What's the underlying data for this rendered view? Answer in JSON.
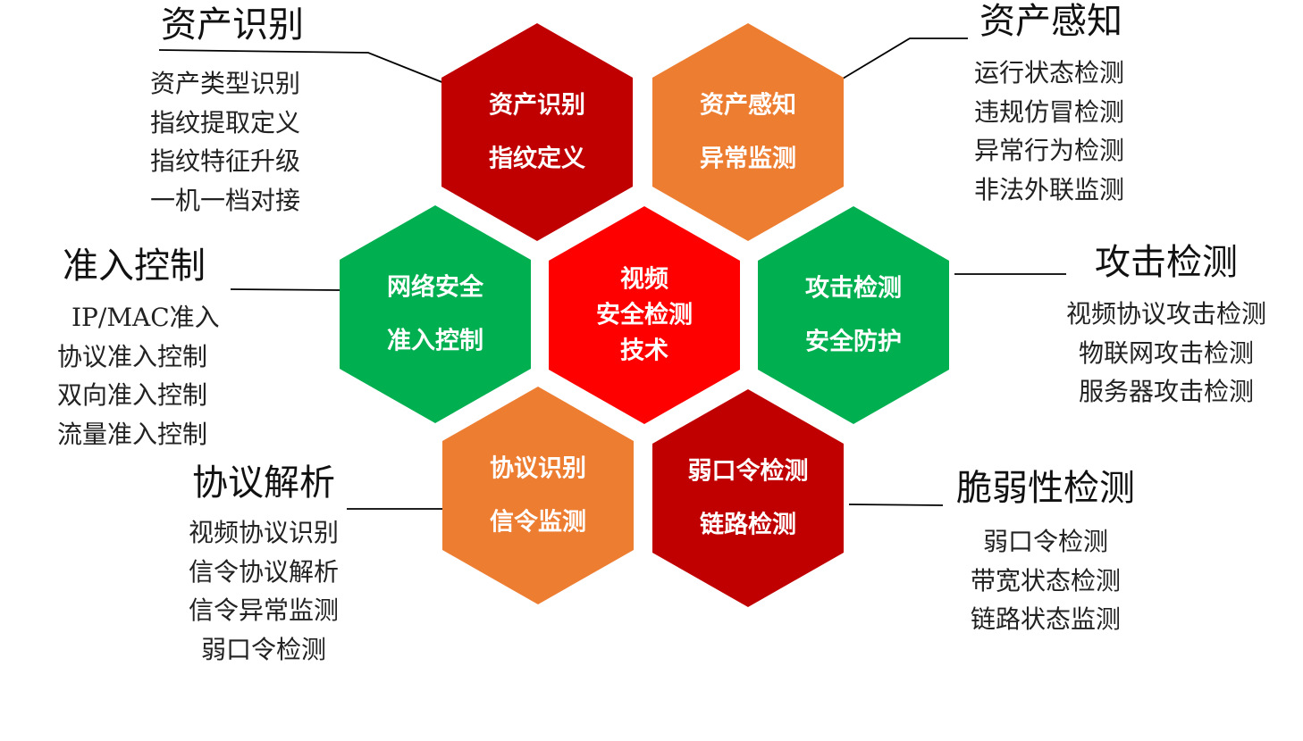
{
  "colors": {
    "dark_red": "#c00000",
    "bright_red": "#ff0000",
    "orange": "#ed7d31",
    "green": "#00b050",
    "connector": "#000000"
  },
  "hexagons": [
    {
      "id": "asset-identify",
      "color": "#c00000",
      "lines": [
        "资产识别",
        "指纹定义"
      ]
    },
    {
      "id": "asset-perceive",
      "color": "#ed7d31",
      "lines": [
        "资产感知",
        "异常监测"
      ]
    },
    {
      "id": "network-access",
      "color": "#00b050",
      "lines": [
        "网络安全",
        "准入控制"
      ]
    },
    {
      "id": "center",
      "color": "#ff0000",
      "lines": [
        "视频",
        "安全检测",
        "技术"
      ]
    },
    {
      "id": "attack-detect",
      "color": "#00b050",
      "lines": [
        "攻击检测",
        "安全防护"
      ]
    },
    {
      "id": "protocol-identify",
      "color": "#ed7d31",
      "lines": [
        "协议识别",
        "信令监测"
      ]
    },
    {
      "id": "weak-password",
      "color": "#c00000",
      "lines": [
        "弱口令检测",
        "链路检测"
      ]
    }
  ],
  "labels": {
    "asset_identify": {
      "title": "资产识别",
      "items": [
        "资产类型识别",
        "指纹提取定义",
        "指纹特征升级",
        "一机一档对接"
      ]
    },
    "asset_perceive": {
      "title": "资产感知",
      "items": [
        "运行状态检测",
        "违规仿冒检测",
        "异常行为检测",
        "非法外联监测"
      ]
    },
    "access_control": {
      "title": "准入控制",
      "items": [
        "IP/MAC准入",
        "协议准入控制",
        "双向准入控制",
        "流量准入控制"
      ]
    },
    "attack_detect": {
      "title": "攻击检测",
      "items": [
        "视频协议攻击检测",
        "物联网攻击检测",
        "服务器攻击检测"
      ]
    },
    "protocol_parse": {
      "title": "协议解析",
      "items": [
        "视频协议识别",
        "信令协议解析",
        "信令异常监测",
        "弱口令检测"
      ]
    },
    "vulnerability": {
      "title": "脆弱性检测",
      "items": [
        "弱口令检测",
        "带宽状态检测",
        "链路状态监测"
      ]
    }
  }
}
